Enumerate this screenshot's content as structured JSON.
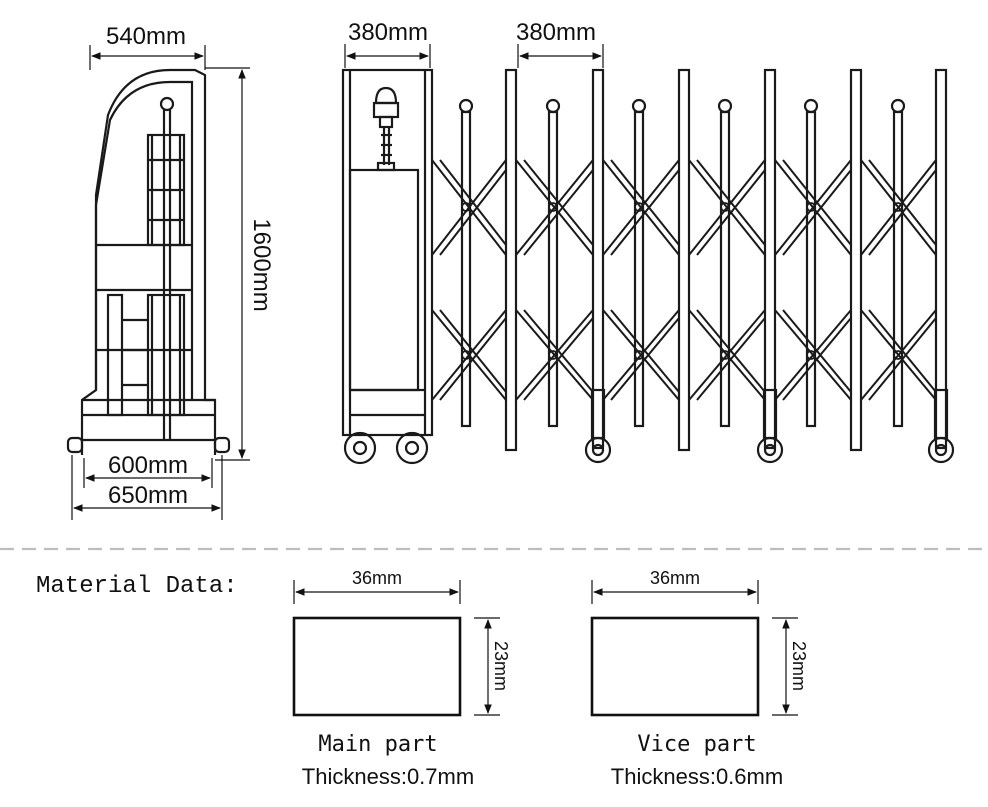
{
  "side_view": {
    "top_width": "540mm",
    "height": "1600mm",
    "base_inner": "600mm",
    "base_outer": "650mm"
  },
  "front_view": {
    "motor_section_width": "380mm",
    "module_width": "380mm"
  },
  "material": {
    "heading": "Material Data:",
    "main": {
      "width": "36mm",
      "height": "23mm",
      "name": "Main part",
      "thickness": "Thickness:0.7mm"
    },
    "vice": {
      "width": "36mm",
      "height": "23mm",
      "name": "Vice part",
      "thickness": "Thickness:0.6mm"
    }
  },
  "colors": {
    "line": "#1a1a1a",
    "divider": "#bdbdbd"
  }
}
